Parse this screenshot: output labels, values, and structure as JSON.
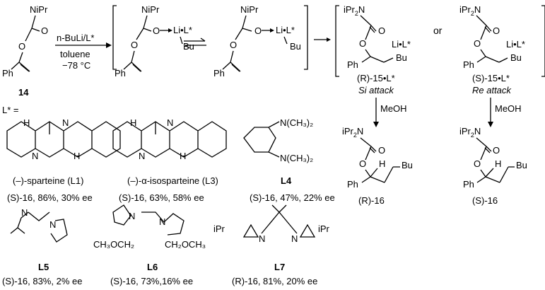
{
  "reaction": {
    "reagent_top": "n-BuLi/L*",
    "solvent": "toluene",
    "temperature": "−78 °C",
    "start_label": "14",
    "conjunction": "or"
  },
  "atoms": {
    "nipr2": "NiPr",
    "ipr2n": "iPr",
    "o": "O",
    "ph": "Ph",
    "bu": "Bu",
    "li_l": "Li•L*",
    "li": "Li",
    "n": "N",
    "h": "H",
    "ipr": "iPr",
    "ch3o_ch2": "CH₃OCH₂",
    "ch2_och3": "CH₂OCH₃",
    "n_me2": "N(CH₃)₂"
  },
  "intermediates": {
    "r15": "(R)-15•L*",
    "s15": "(S)-15•L*",
    "si_attack": "Si attack",
    "re_attack": "Re attack",
    "meoh": "MeOH",
    "r16": "(R)-16",
    "s16": "(S)-16"
  },
  "ligands_heading": "L* =",
  "ligands": [
    {
      "name": "(–)-sparteine (L1)",
      "result": "(S)-16, 86%, 30% ee"
    },
    {
      "name": "(–)-α-isosparteine (L3)",
      "result": "(S)-16, 63%, 58% ee"
    },
    {
      "name": "L4",
      "result": "(S)-16, 47%, 22% ee"
    },
    {
      "name": "L5",
      "result": "(S)-16, 83%, 2% ee"
    },
    {
      "name": "L6",
      "result": "(S)-16, 73%,16% ee"
    },
    {
      "name": "L7",
      "result": "(R)-16, 81%, 20% ee"
    }
  ]
}
